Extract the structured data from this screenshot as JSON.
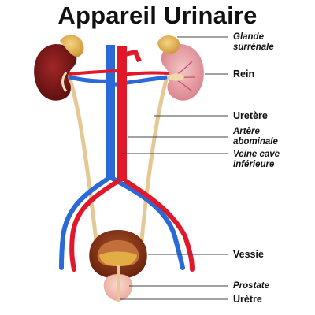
{
  "title": "Appareil Urinaire",
  "labels": {
    "glande": "Glande\nsurrénale",
    "rein": "Rein",
    "uretere": "Uretère",
    "artere": "Artère\nabominale",
    "veine": "Veine cave\ninférieure",
    "vessie": "Vessie",
    "prostate": "Prostate",
    "uretre": "Urètre"
  },
  "colors": {
    "artery": "#e0182a",
    "vein": "#2a6ad8",
    "kidney_left": "#7a1818",
    "kidney_right": "#e7a0a6",
    "adrenal": "#e6b24f",
    "ureter": "#e5c896",
    "bladder": "#8e3214",
    "prostate": "#f3c4b8"
  }
}
